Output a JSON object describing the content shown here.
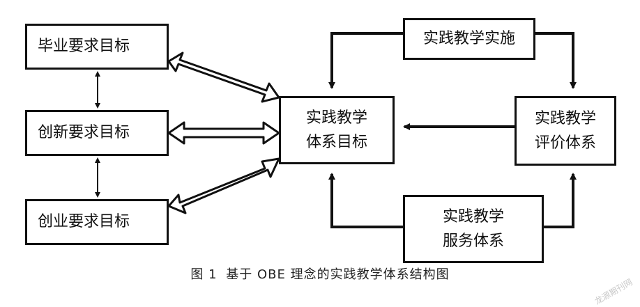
{
  "left_boxes": {
    "graduation": "毕业要求目标",
    "innovation": "创新要求目标",
    "entrepreneurship": "创业要求目标"
  },
  "core": {
    "line1": "实践教学",
    "line2": "体系目标"
  },
  "implementation": "实践教学实施",
  "evaluation": {
    "line1": "实践教学",
    "line2": "评价体系"
  },
  "service": {
    "line1": "实践教学",
    "line2": "服务体系"
  },
  "caption": {
    "number": "图 1",
    "text": "基于 OBE 理念的实践教学体系结构图"
  },
  "watermark": "龙源期刊网"
}
